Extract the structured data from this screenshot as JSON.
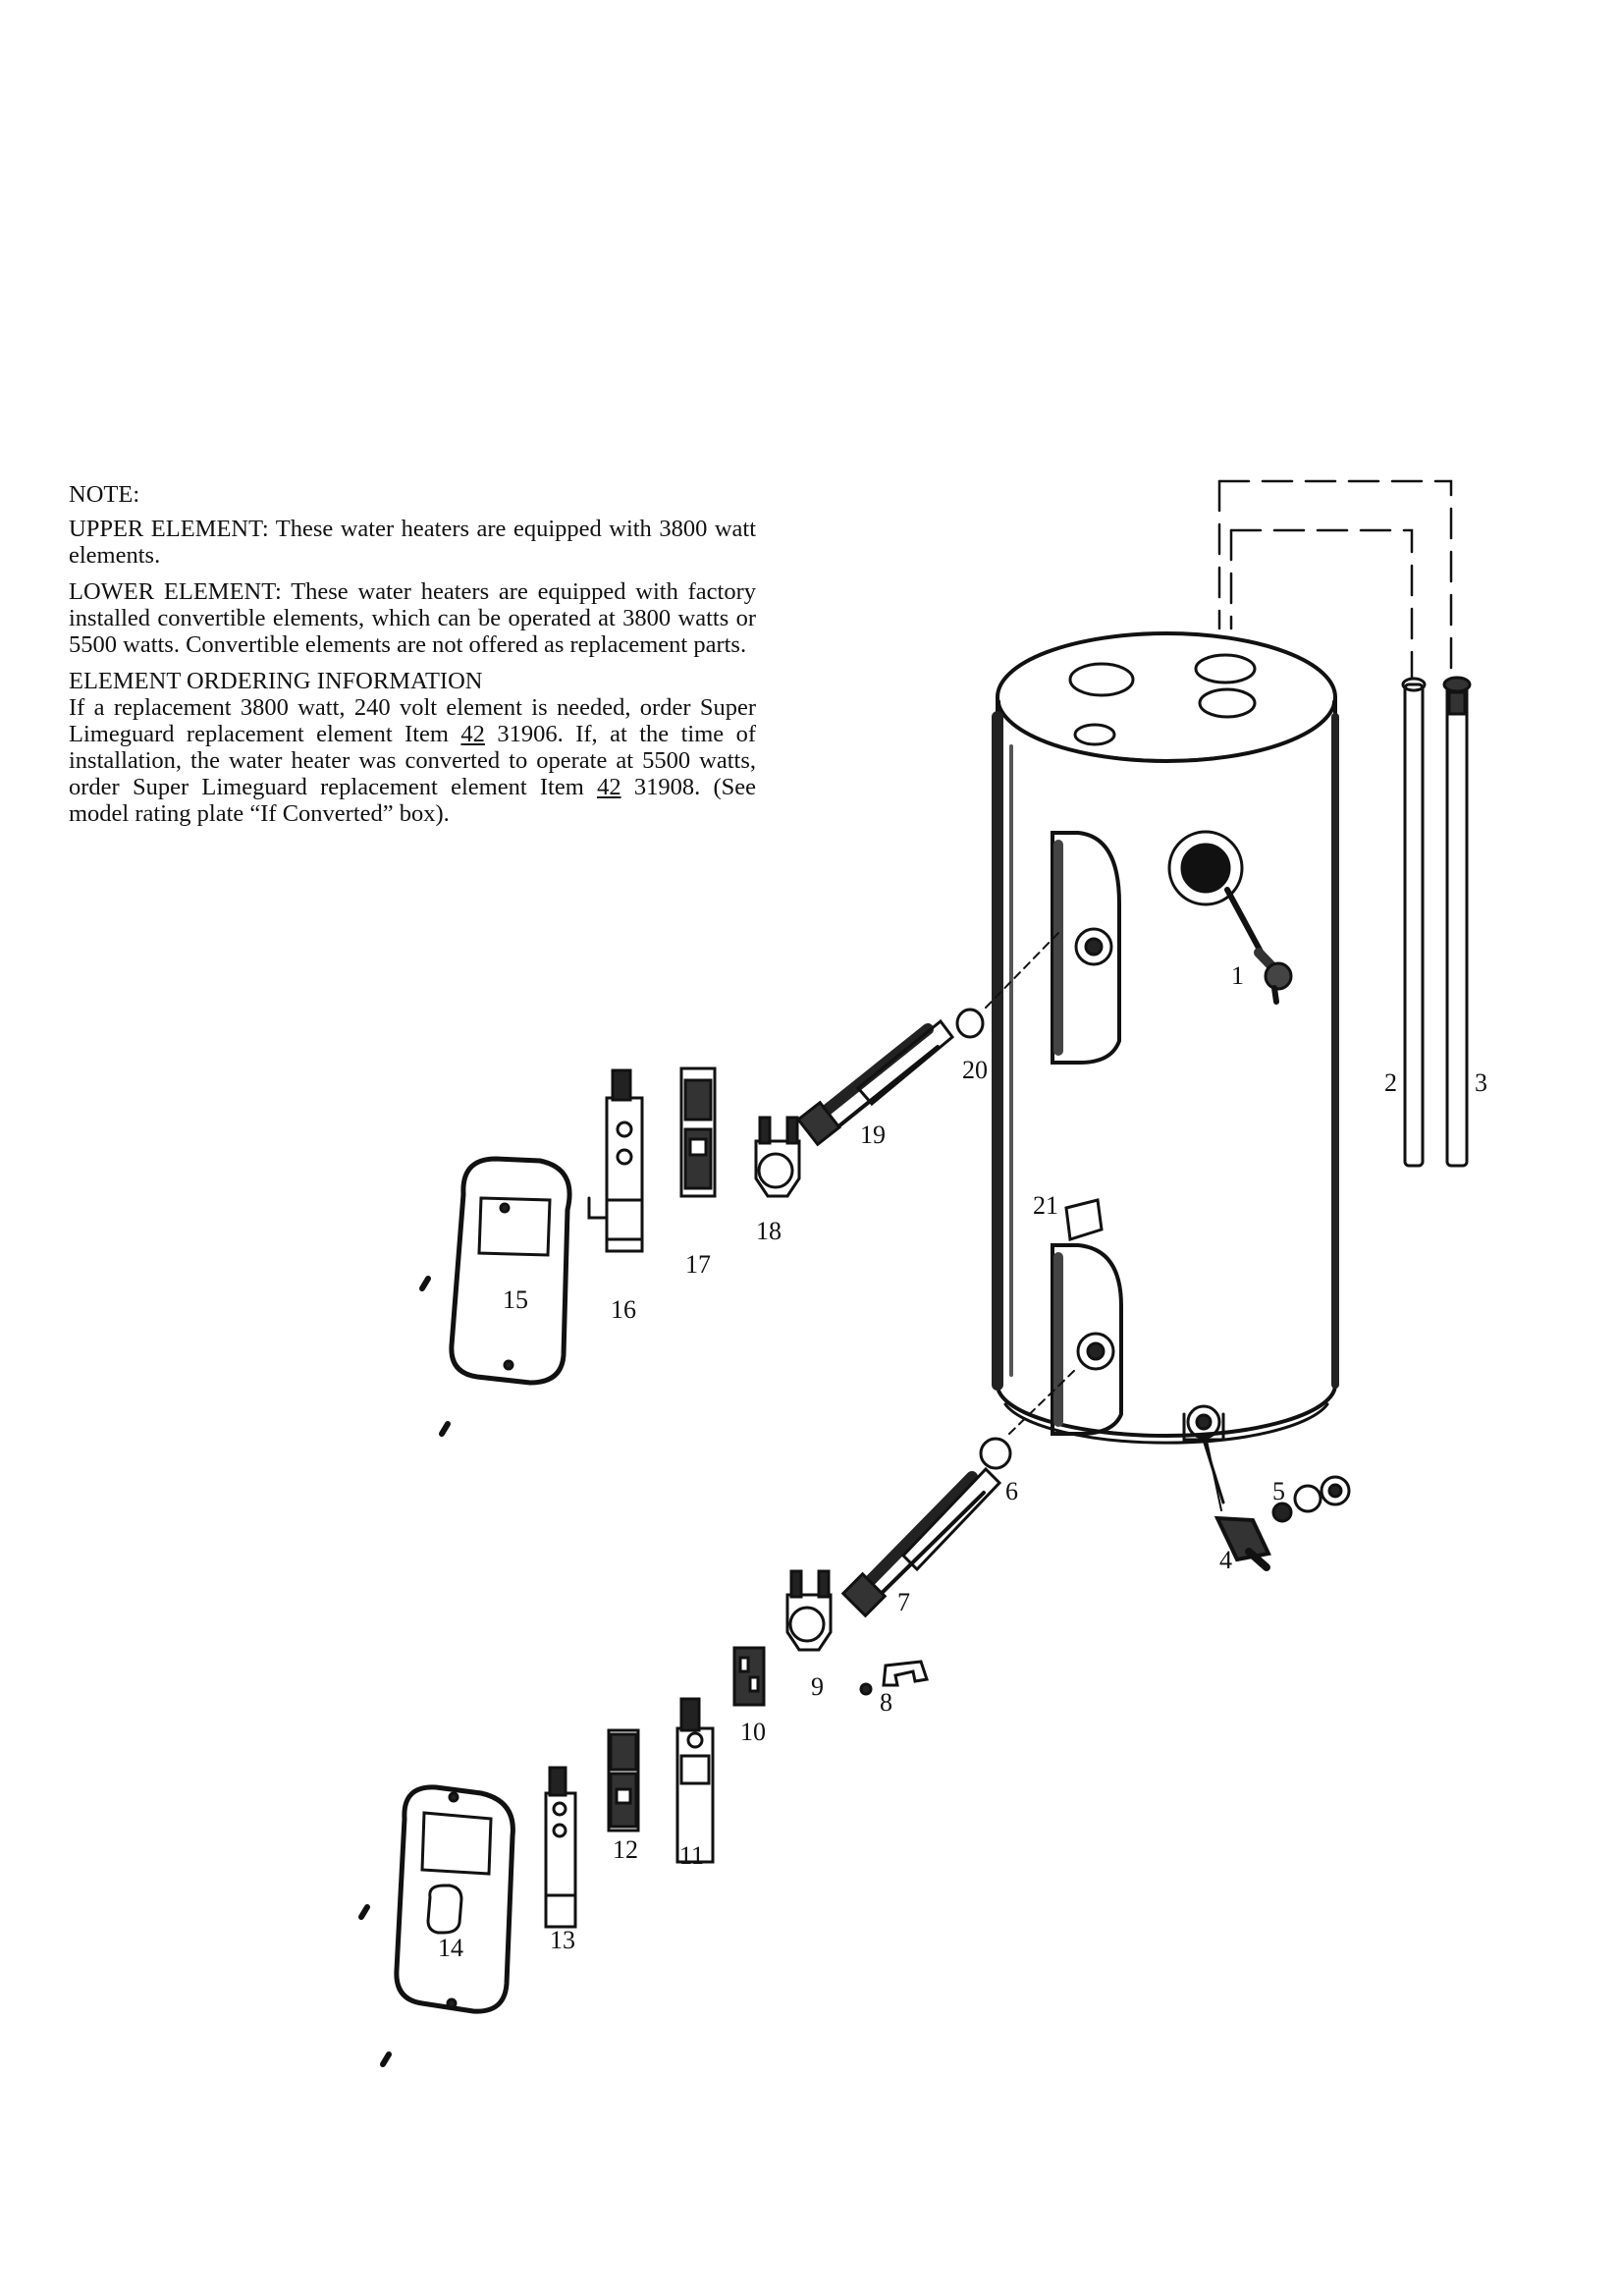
{
  "note": {
    "heading": "NOTE:",
    "upper": {
      "label": "UPPER ELEMENT:",
      "text": "These water heaters are equipped with 3800 watt elements."
    },
    "lower": {
      "label": "LOWER ELEMENT:",
      "text": "These water heaters are equipped with factory installed convertible elements, which can be operated at 3800 watts or 5500 watts. Convertible elements are not offered as replacement parts."
    },
    "ordering": {
      "heading": "ELEMENT ORDERING INFORMATION",
      "line1_a": "If a replacement 3800 watt, 240 volt element is needed, order Super Limeguard replacement element Item",
      "line1_code": "42",
      "line1_b": "31906.",
      "line2_a": "If, at the time of installation, the water heater was converted to operate at 5500 watts, order Super Limeguard replacement element Item",
      "line2_code": "42",
      "line2_b": "31908. (See model rating plate “If Converted” box)."
    }
  },
  "parts": {
    "p1": "1",
    "p2": "2",
    "p3": "3",
    "p4": "4",
    "p5": "5",
    "p6": "6",
    "p7": "7",
    "p8": "8",
    "p9": "9",
    "p10": "10",
    "p11": "11",
    "p12": "12",
    "p13": "13",
    "p14": "14",
    "p15": "15",
    "p16": "16",
    "p17": "17",
    "p18": "18",
    "p19": "19",
    "p20": "20",
    "p21": "21"
  }
}
